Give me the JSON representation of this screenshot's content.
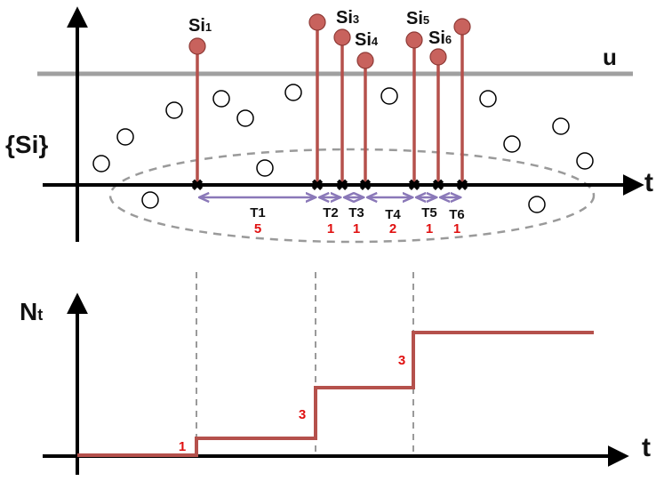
{
  "top_panel": {
    "set_label": "{Si}",
    "threshold_label": "u",
    "axis_label": "t",
    "exceedances": [
      {
        "label": "Si",
        "sub": "1"
      },
      {
        "label": "",
        "sub": ""
      },
      {
        "label": "Si",
        "sub": "3"
      },
      {
        "label": "Si",
        "sub": "4"
      },
      {
        "label": "Si",
        "sub": "5"
      },
      {
        "label": "Si",
        "sub": "6"
      },
      {
        "label": "",
        "sub": ""
      }
    ],
    "intervals": [
      {
        "name": "T1",
        "count": "5"
      },
      {
        "name": "T2",
        "count": "1"
      },
      {
        "name": "T3",
        "count": "1"
      },
      {
        "name": "T4",
        "count": "2"
      },
      {
        "name": "T5",
        "count": "1"
      },
      {
        "name": "T6",
        "count": "1"
      }
    ]
  },
  "bottom_panel": {
    "y_label": "N",
    "y_label_sub": "t",
    "x_label": "t",
    "step_labels": [
      "1",
      "3",
      "3"
    ]
  },
  "colors": {
    "stem": "#b5514c",
    "stem_head": "#c8625d",
    "threshold": "#a0a0a0",
    "interval_arrow": "#8a78b8",
    "dashed": "#9a9a9a",
    "count_text": "#e01010",
    "step_line": "#b5514c"
  }
}
